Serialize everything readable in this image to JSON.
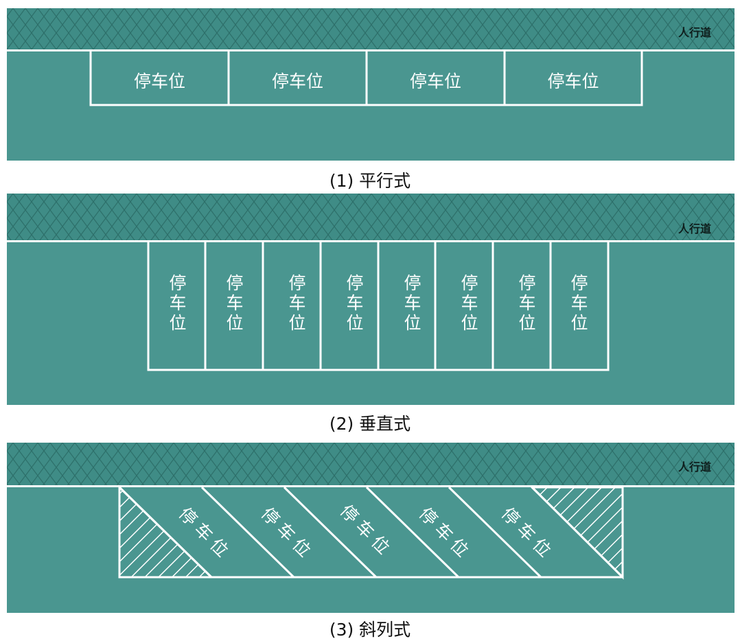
{
  "sidewalk_label": "人行道",
  "stall_label": "停车位",
  "stall_chars": [
    "停",
    "车",
    "位"
  ],
  "colors": {
    "road": "#4a9690",
    "sidewalk": "#3f8c86",
    "marking": "#ffffff"
  },
  "panels": [
    {
      "caption": "(1) 平行式",
      "stalls": 4
    },
    {
      "caption": "(2) 垂直式",
      "stalls": 8
    },
    {
      "caption": "(3) 斜列式",
      "stalls": 5
    }
  ]
}
